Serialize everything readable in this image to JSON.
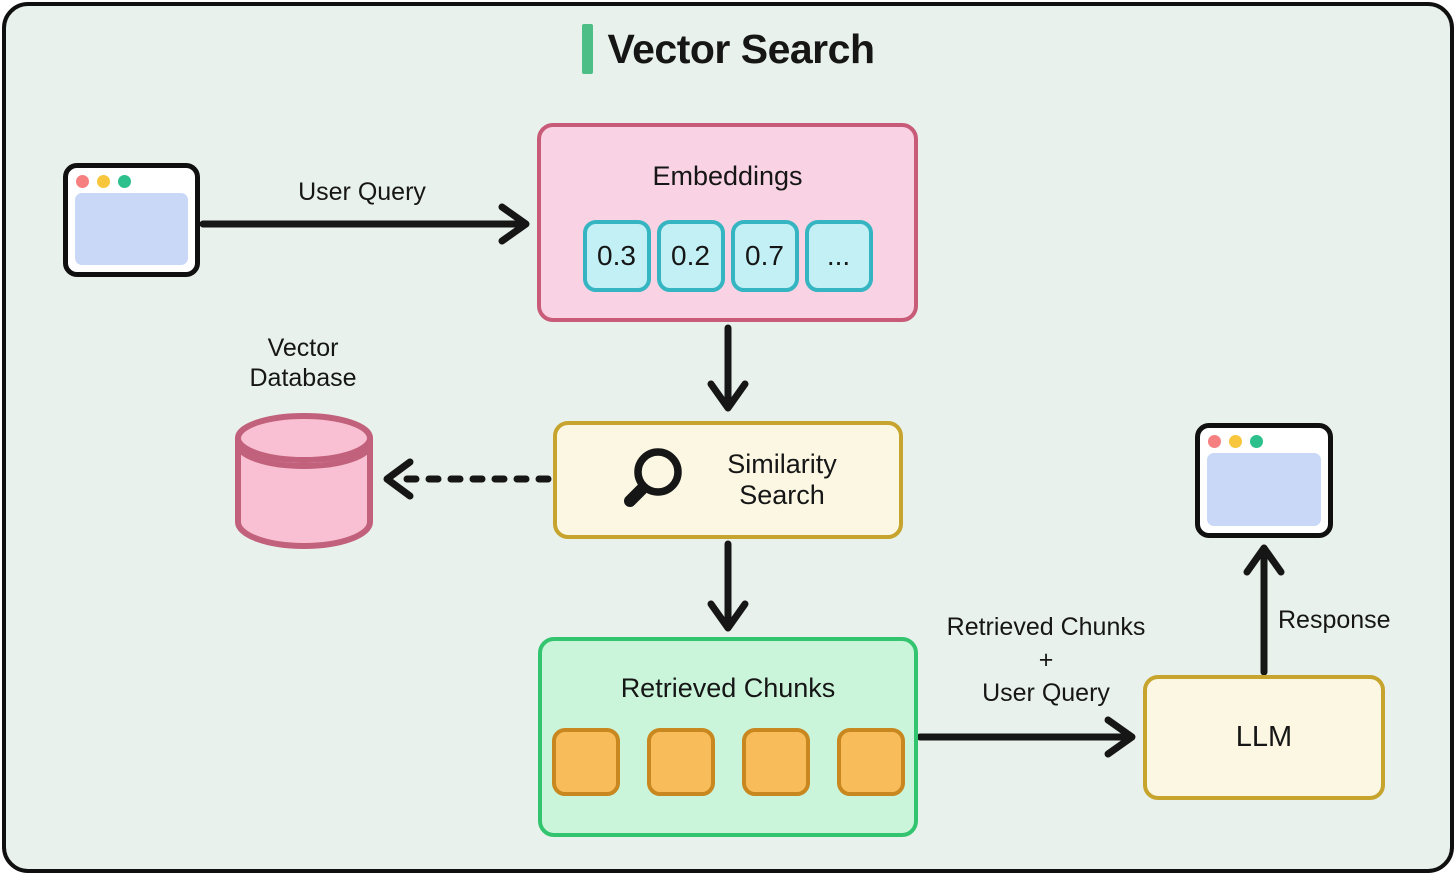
{
  "title": {
    "text": "Vector Search"
  },
  "nodes": {
    "user_browser": {
      "type": "browser-window-icon"
    },
    "embeddings": {
      "label": "Embeddings",
      "chips": [
        "0.3",
        "0.2",
        "0.7",
        "..."
      ]
    },
    "vector_database": {
      "label_line1": "Vector",
      "label_line2": "Database"
    },
    "similarity_search": {
      "label_line1": "Similarity",
      "label_line2": "Search"
    },
    "retrieved_chunks": {
      "label": "Retrieved Chunks",
      "chunk_count": 4
    },
    "llm": {
      "label": "LLM"
    },
    "response_browser": {
      "type": "browser-window-icon"
    }
  },
  "edges": {
    "user_query": {
      "label": "User Query",
      "from": "user_browser",
      "to": "embeddings",
      "style": "solid"
    },
    "embeddings_to_search": {
      "label": "",
      "from": "embeddings",
      "to": "similarity_search",
      "style": "solid"
    },
    "search_to_db": {
      "label": "",
      "from": "similarity_search",
      "to": "vector_database",
      "style": "dashed"
    },
    "search_to_chunks": {
      "label": "",
      "from": "similarity_search",
      "to": "retrieved_chunks",
      "style": "solid"
    },
    "chunks_to_llm": {
      "label_line1": "Retrieved Chunks",
      "label_line2": "+",
      "label_line3": "User Query",
      "from": "retrieved_chunks",
      "to": "llm",
      "style": "solid"
    },
    "llm_to_response": {
      "label": "Response",
      "from": "llm",
      "to": "response_browser",
      "style": "solid"
    }
  },
  "colors": {
    "background": "#e9f1ec",
    "ink": "#161616",
    "accent_green": "#4dbe86",
    "pink_fill": "#f9d3e3",
    "rose_border": "#c75b78",
    "cyan_fill": "#c2f0f5",
    "teal_border": "#35b5c2",
    "cream_fill": "#fbf7e3",
    "gold_border": "#c7a42e",
    "green_fill": "#cbf5da",
    "green_border": "#33c46f",
    "orange_fill": "#f8bd5a",
    "orange_border": "#c9881f",
    "cylinder_fill": "#f9c0d3",
    "cylinder_border": "#c2617c",
    "browser_blue": "#c9d8f7",
    "dot_red": "#f5807f",
    "dot_yellow": "#f8c63c",
    "dot_green": "#2cc08c"
  }
}
